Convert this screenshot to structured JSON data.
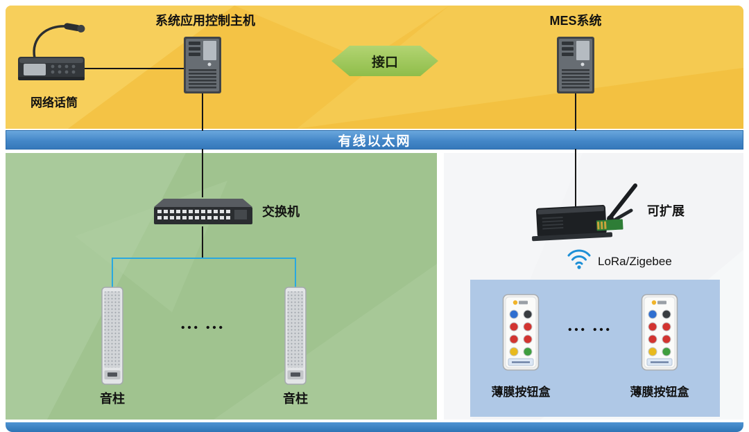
{
  "top_section": {
    "mic_label": "网络话筒",
    "host_label": "系统应用控制主机",
    "interface_label": "接口",
    "mes_label": "MES系统"
  },
  "ethernet_bar": {
    "label": "有线以太网"
  },
  "audio_zone": {
    "switch_label": "交换机",
    "speakers": [
      {
        "label": "音柱"
      },
      {
        "label": "音柱"
      }
    ],
    "ellipsis": "••• •••"
  },
  "iot_zone": {
    "gateway_label": "可扩展",
    "wireless_label": "LoRa/Zigebee",
    "button_boxes": [
      {
        "label": "薄膜按钮盒"
      },
      {
        "label": "薄膜按钮盒"
      }
    ],
    "ellipsis": "••• •••"
  },
  "colors": {
    "top_bg": "#F5C74B",
    "interface_green": "#9CC65A",
    "ethernet_blue": "#4487C8",
    "audio_bg": "#A4C694",
    "line_blue": "#29A8E0",
    "panel_blue": "#AFC8E6",
    "bottom_bar_blue": "#2E74B5"
  }
}
